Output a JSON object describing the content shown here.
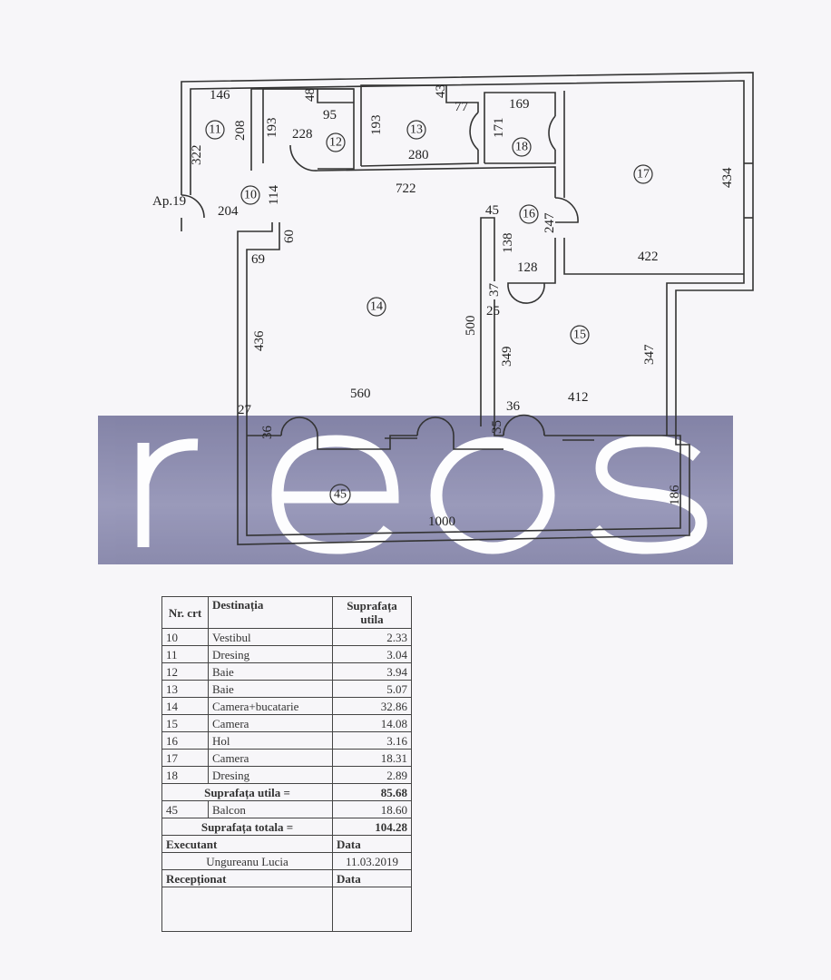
{
  "plan": {
    "rooms": [
      "10",
      "11",
      "12",
      "13",
      "14",
      "15",
      "16",
      "17",
      "18",
      "45"
    ],
    "apartment_label": "Ap.19",
    "dims": [
      "146",
      "208",
      "322",
      "193",
      "48",
      "95",
      "228",
      "193",
      "43",
      "280",
      "77",
      "169",
      "171",
      "434",
      "204",
      "114",
      "722",
      "45",
      "247",
      "60",
      "69",
      "138",
      "128",
      "422",
      "37",
      "25",
      "500",
      "436",
      "349",
      "347",
      "560",
      "412",
      "27",
      "36",
      "35",
      "36",
      "1000",
      "186"
    ]
  },
  "watermark": {
    "text": "reos"
  },
  "table": {
    "headers": {
      "nr": "Nr. crt",
      "dest": "Destinația",
      "supr": "Suprafața utila"
    },
    "rows": [
      {
        "nr": "10",
        "dest": "Vestibul",
        "supr": "2.33"
      },
      {
        "nr": "11",
        "dest": "Dresing",
        "supr": "3.04"
      },
      {
        "nr": "12",
        "dest": "Baie",
        "supr": "3.94"
      },
      {
        "nr": "13",
        "dest": "Baie",
        "supr": "5.07"
      },
      {
        "nr": "14",
        "dest": "Camera+bucatarie",
        "supr": "32.86"
      },
      {
        "nr": "15",
        "dest": "Camera",
        "supr": "14.08"
      },
      {
        "nr": "16",
        "dest": "Hol",
        "supr": "3.16"
      },
      {
        "nr": "17",
        "dest": "Camera",
        "supr": "18.31"
      },
      {
        "nr": "18",
        "dest": "Dresing",
        "supr": "2.89"
      }
    ],
    "useful_label": "Suprafața utila   =",
    "useful_value": "85.68",
    "balcony": {
      "nr": "45",
      "dest": "Balcon",
      "supr": "18.60"
    },
    "total_label": "Suprafața totala   =",
    "total_value": "104.28",
    "executant_label": "Executant",
    "date_label": "Data",
    "executant_name": "Ungureanu Lucia",
    "executant_date": "11.03.2019",
    "received_label": "Recepționat",
    "received_date_label": "Data"
  }
}
